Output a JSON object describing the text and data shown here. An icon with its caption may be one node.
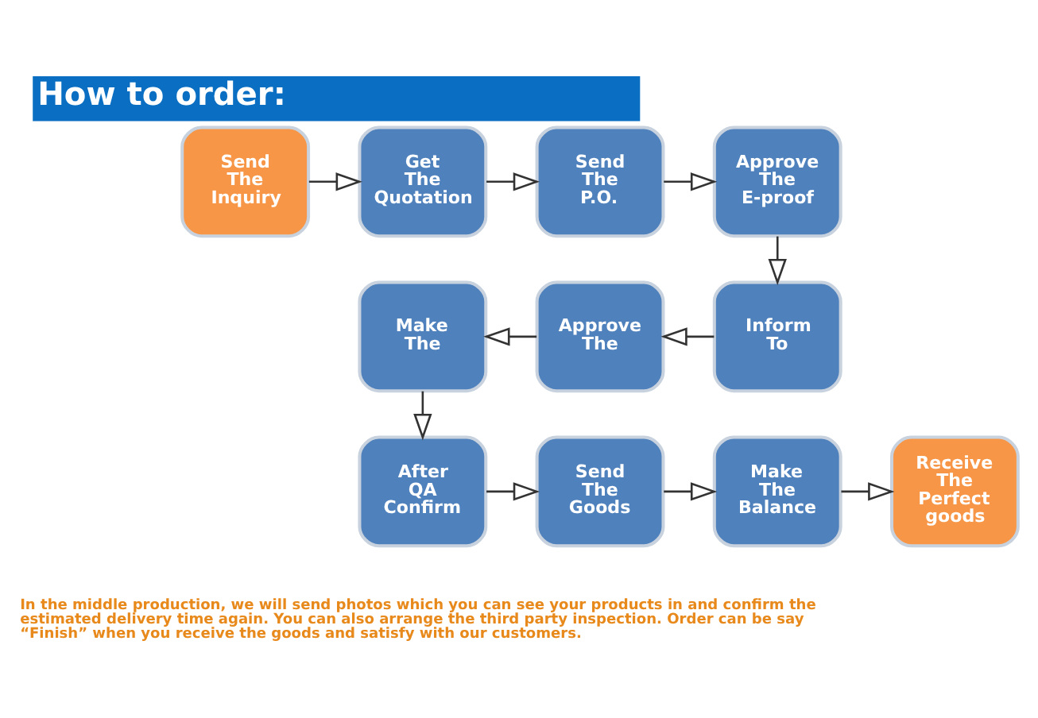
{
  "diagram": {
    "title": "How to order:",
    "nodes": [
      {
        "text": [
          "Send The Inquiry"
        ]
      },
      {
        "text": [
          "Get The Quotation"
        ]
      },
      {
        "text": [
          "Send The P.O."
        ]
      },
      {
        "text": [
          "Approve The E-proof"
        ]
      },
      {
        "text": [
          "Make The"
        ]
      },
      {
        "text": [
          "Approve The"
        ]
      },
      {
        "text": [
          "Inform To"
        ]
      },
      {
        "text": [
          "After QA Confirm"
        ]
      },
      {
        "text": [
          "Send The Goods"
        ]
      },
      {
        "text": [
          "Make The Balance"
        ]
      },
      {
        "text": [
          "Receive The Perfect goods"
        ]
      }
    ],
    "edges": [
      {
        "from": 0,
        "to": 1,
        "arrow": "to"
      },
      {
        "from": 1,
        "to": 2,
        "arrow": "to"
      },
      {
        "from": 2,
        "to": 3,
        "arrow": "to"
      },
      {
        "from": 3,
        "to": 6,
        "arrow": "to"
      },
      {
        "from": 6,
        "to": 5,
        "arrow": "to"
      },
      {
        "from": 5,
        "to": 4,
        "arrow": "to"
      },
      {
        "from": 4,
        "to": 7,
        "arrow": "to"
      },
      {
        "from": 7,
        "to": 8,
        "arrow": "to"
      },
      {
        "from": 8,
        "to": 9,
        "arrow": "to"
      },
      {
        "from": 9,
        "to": 10,
        "arrow": "to"
      }
    ],
    "labels": [
      "In the middle production, we will send photos which you can see your products in and confirm the estimated delivery time again. You can also arrange the third party inspection. Order can be say “Finish” when you receive the goods and satisfy with our customers."
    ]
  }
}
